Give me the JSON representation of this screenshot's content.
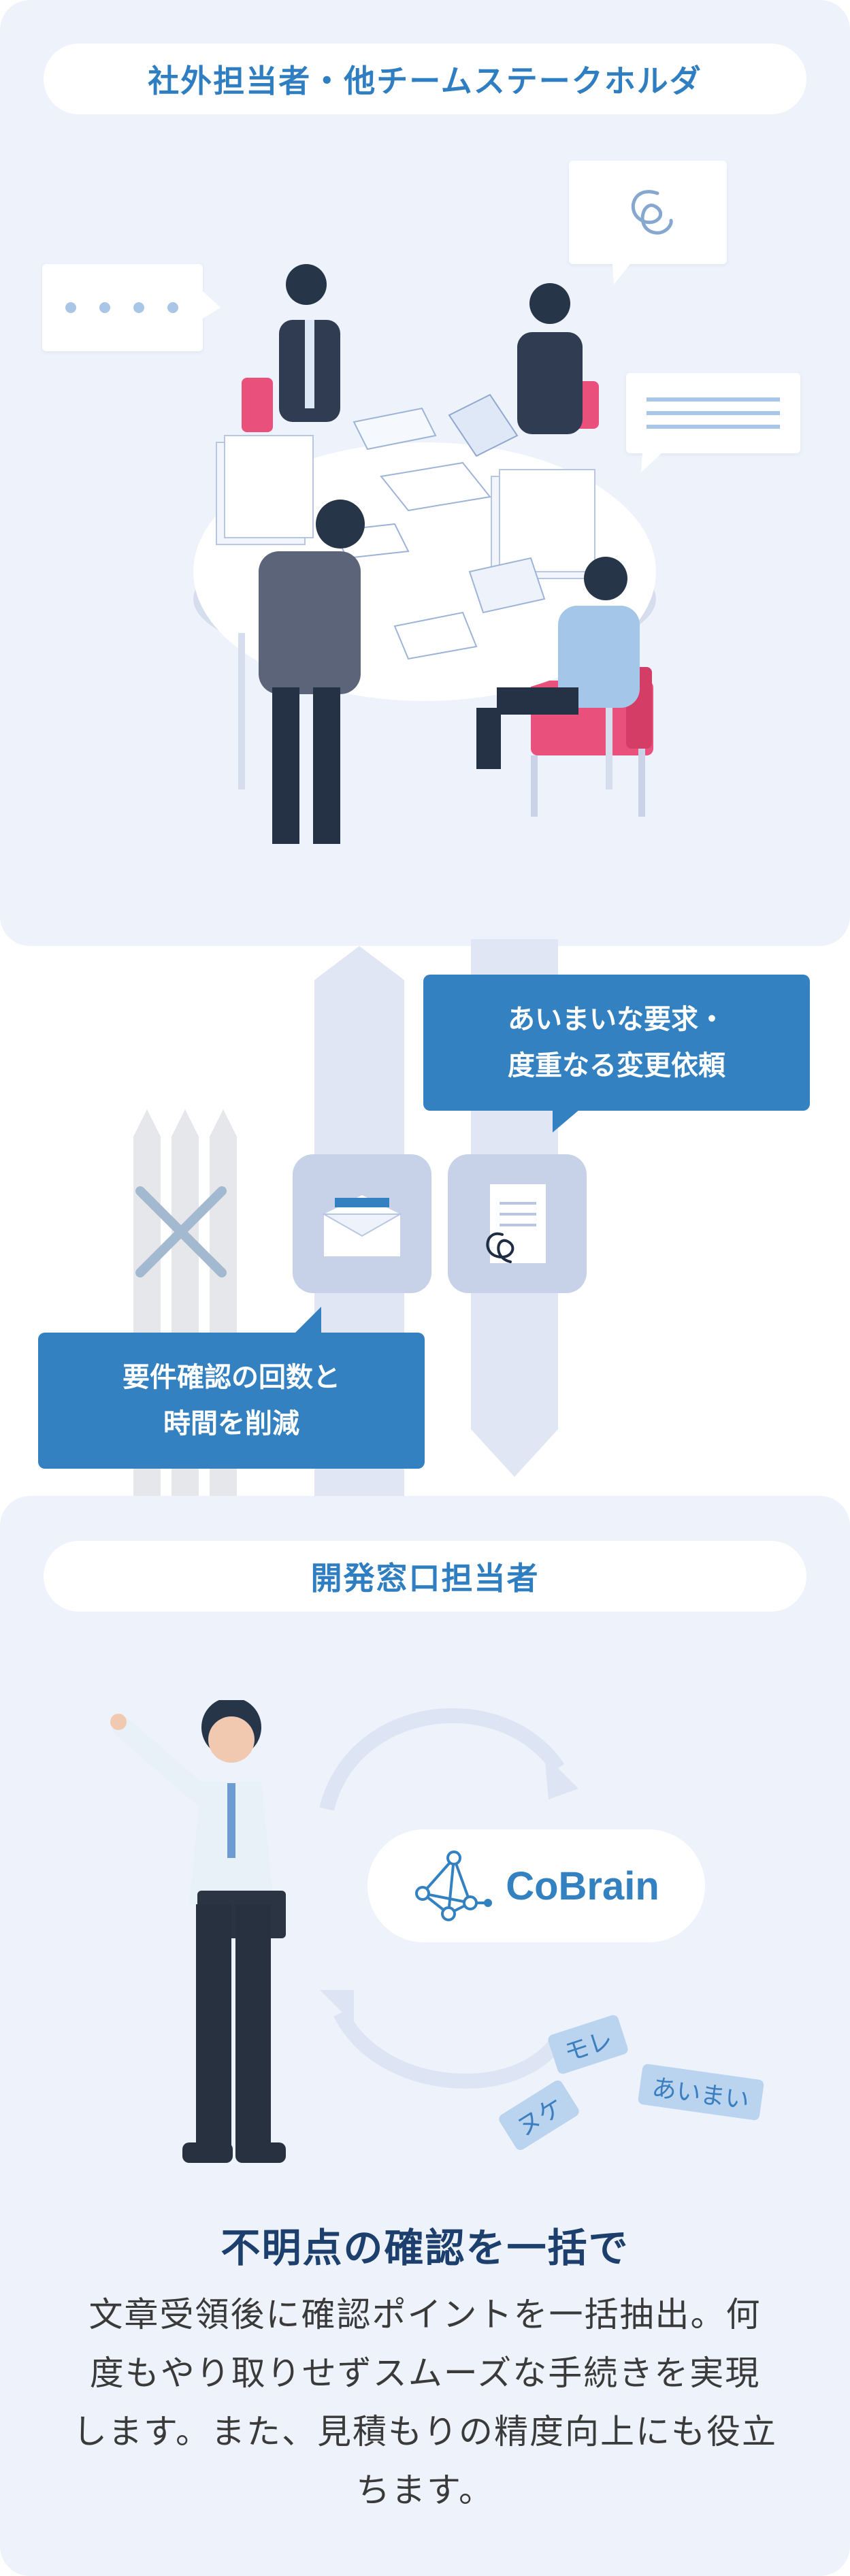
{
  "top_section": {
    "label": "社外担当者・他チームステークホルダ"
  },
  "flow": {
    "request_callout": [
      "あいまいな要求・",
      "度重なる変更依頼"
    ],
    "reduce_callout": [
      "要件確認の回数と",
      "時間を削減"
    ]
  },
  "bottom_section": {
    "label": "開発窓口担当者",
    "brand": "CoBrain",
    "tags": [
      "モレ",
      "ヌケ",
      "あいまい"
    ],
    "headline": "不明点の確認を一括で",
    "body_lines": [
      "文章受領後に確認ポイントを一括抽出。何",
      "度もやり取りせずスムーズな手続きを実現",
      "します。また、見積もりの精度向上にも役立",
      "ちます。"
    ]
  },
  "colors": {
    "accent": "#2f7ec1",
    "callout_bg": "#3381c0",
    "panel_bg": "#eef2fa",
    "headline": "#1c3f6e"
  }
}
